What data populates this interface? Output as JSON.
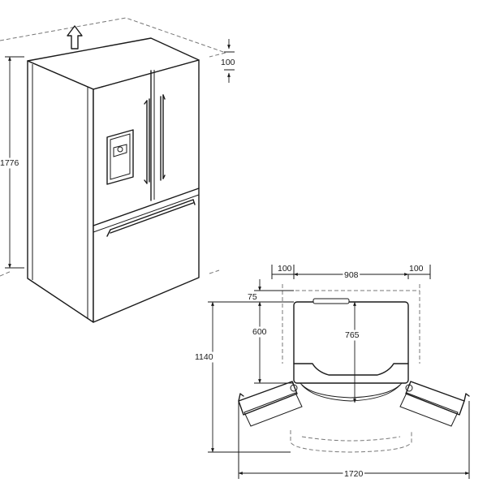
{
  "diagram": {
    "dimensions": {
      "height": "1776",
      "top_clearance": "100",
      "side_clearance_left": "100",
      "width": "908",
      "side_clearance_right": "100",
      "rear_gap": "75",
      "depth_no_doors": "600",
      "depth_with_handles": "765",
      "depth_doors_open": "1140",
      "width_doors_open": "1720"
    },
    "icons": {
      "airflow_arrow": "up-arrow-icon",
      "ice_dispenser": "water-dispenser-icon"
    }
  }
}
